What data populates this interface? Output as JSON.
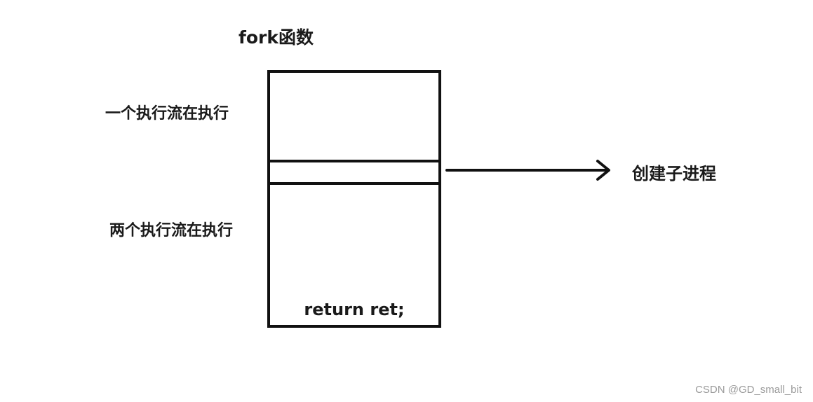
{
  "diagram": {
    "title": "fork函数",
    "label_one_flow": "一个执行流在执行",
    "label_two_flows": "两个执行流在执行",
    "label_create_child": "创建子进程",
    "code_text": "return ret;"
  },
  "watermark": "CSDN @GD_small_bit",
  "colors": {
    "stroke": "#111111",
    "text": "#1a1a1a",
    "watermark": "#9a9a9a"
  }
}
